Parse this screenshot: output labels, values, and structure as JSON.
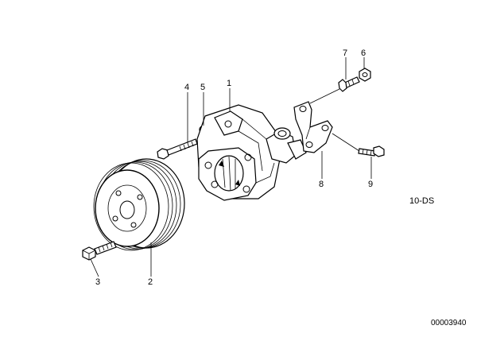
{
  "callouts": [
    "1",
    "2",
    "3",
    "4",
    "5",
    "6",
    "7",
    "8",
    "9"
  ],
  "extra_labels": {
    "diagram_code": "10-DS",
    "drawing_number": "00003940"
  }
}
